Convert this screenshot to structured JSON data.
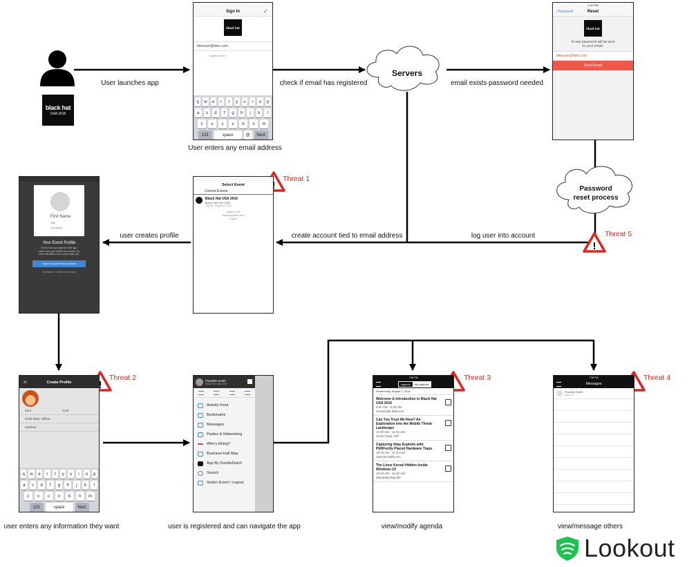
{
  "labels": {
    "launch": "User launches app",
    "check": "check if email has registered",
    "exists": "email exists password needed",
    "enter_email": "User enters any email address",
    "create_account": "create account tied to email address",
    "log_in": "log user into account",
    "creates_profile": "user creates profile",
    "enters_info": "user enters any information they want",
    "registered": "user is registered and can navigate the app",
    "agenda": "view/modify agenda",
    "message": "view/message others"
  },
  "clouds": {
    "servers": "Servers",
    "reset_line1": "Password",
    "reset_line2": "reset process"
  },
  "threats": {
    "t1": "Threat 1",
    "t2": "Threat 2",
    "t3": "Threat 3",
    "t4": "Threat 4",
    "t5": "Threat 5",
    "symbol": "!"
  },
  "logo": {
    "blackhat": "black hat",
    "blackhat_sub": "USA 2016",
    "lookout": "Lookout"
  },
  "phone_signin": {
    "title": "Sign In",
    "email": "fakeuser@fake.com",
    "agree": "I agree to the",
    "keys_row1": [
      "q",
      "w",
      "e",
      "r",
      "t",
      "y",
      "u",
      "i",
      "o",
      "p"
    ],
    "keys_row2": [
      "a",
      "s",
      "d",
      "f",
      "g",
      "h",
      "j",
      "k",
      "l"
    ],
    "keys_row3": [
      "z",
      "x",
      "c",
      "v",
      "b",
      "n",
      "m"
    ],
    "k123": "123",
    "space": "space",
    "at": "@",
    "next": "Next"
  },
  "phone_reset": {
    "back": "Password",
    "title": "Reset",
    "line1": "A new password will be sent",
    "line2": "to your email.",
    "email": "fakeuser@fake.com",
    "button": "Send Email",
    "time": "1:41 PM"
  },
  "phone_event": {
    "title": "Select Event",
    "tab": "Current Events",
    "event_name": "Black Hat USA 2016",
    "event_sub": "Black Hat USA 2016",
    "event_date": "July 30 - August 4, 2016",
    "signed_in": "Signed in as",
    "signed_email": "fakeuser@fake.com",
    "logout": "Logout"
  },
  "phone_profile": {
    "first_name": "First Name",
    "title": "Title",
    "company": "Company",
    "heading": "Your Event Profile",
    "desc1": "This is how you appear in the app.",
    "desc2": "Make sure your details are correct, so",
    "desc3": "other attendees can connect with you.",
    "button": "Import my profile from LinkedIn",
    "skip": "No thanks, I'll enter it manually"
  },
  "phone_create": {
    "title": "Create Profile",
    "first": "Zero",
    "last": "Cool",
    "job": "Chief INSC Officer",
    "company": "Hackers",
    "k123": "123",
    "space": "space",
    "done": "Next"
  },
  "phone_menu": {
    "user": "Passible Smith",
    "user_sub": "Black Hat USA 2016",
    "items": [
      "Activity Feed",
      "Bookmarks",
      "Messages",
      "Parties & Networking",
      "Who's Hiring?",
      "Business Hall Map",
      "App By DoubleDutch",
      "Search",
      "Switch Event / Logout"
    ]
  },
  "phone_agenda": {
    "tab1": "Agenda",
    "tab2": "My Agenda",
    "date": "Wednesday, August 3, 2016",
    "time": "7:38 PM",
    "items": [
      {
        "title": "Welcome & Introduction to Black Hat USA 2016",
        "time": "9:00 AM - 9:20 AM",
        "room": "Oceanside Ballroom"
      },
      {
        "title": "Can You Trust Me Now? An Exploration into the Mobile Threat Landscape",
        "time": "10:20 AM - 11:10 AM",
        "room": "South Seas CDF"
      },
      {
        "title": "Capturing 0day Exploits with PERFectly Placed Hardware Traps",
        "time": "10:20 AM - 11:10 AM",
        "room": "Jasmine Ballroom"
      },
      {
        "title": "The Linux Kernel Hidden Inside Windows 10",
        "time": "10:20 AM - 11:10 AM",
        "room": "Mandalay Bay BP"
      }
    ]
  },
  "phone_messages": {
    "title": "Messages",
    "time": "7:38 PM",
    "contact": "Passible Smith",
    "contact_sub": "Sent 1d"
  }
}
